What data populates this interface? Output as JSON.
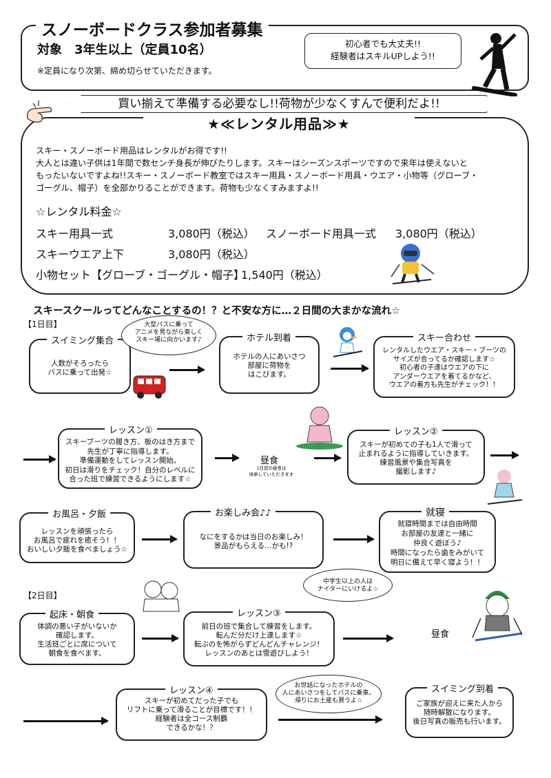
{
  "header": {
    "title": "スノーボードクラス参加者募集",
    "target": "対象　3年生以上（定員10名）",
    "note": "※定員になり次第、締め切らせていただきます。",
    "bubble_line1": "初心者でも大丈夫!!",
    "bubble_line2": "経験者はスキルUPしよう!!"
  },
  "rental": {
    "banner": "買い揃えて準備する必要なし!!荷物が少なくすんで便利だよ!!",
    "heading": "★≪レンタル用品≫★",
    "p1": "スキー・スノーボード用品はレンタルがお得です!!",
    "p2": "大人とは違い子供は1年間で数センチ身長が伸びたりします。スキーはシーズンスポーツですので来年は使えないと",
    "p3": "もったいないですよね!!スキー・スノーボード教室ではスキー用具・スノーボード用具・ウエア・小物等（グローブ・",
    "p4": "ゴーグル、帽子）を全部かりることができます。荷物も少なくすみますよ!!",
    "price_heading": "☆レンタル料金☆",
    "ski_set": "スキー用具一式",
    "ski_set_price": "3,080円（税込）",
    "snowboard_set": "スノーボード用具一式",
    "snowboard_set_price": "3,080円（税込）",
    "wear": "スキーウエア上下",
    "wear_price": "3,080円（税込）",
    "accessories": "小物セット【グローブ・ゴーグル・帽子】",
    "accessories_price": "1,540円（税込）"
  },
  "schedule": {
    "heading": "スキースクールってどんなことするの！？と不安な方に…２日間の大まかな流れ☆",
    "day1": "【1日目】",
    "day2": "【2日目】",
    "bus_bubble": [
      "大型バスに乗って",
      "アニメを見ながら楽しく",
      "スキー場に向かいます♪"
    ],
    "night_bubble": [
      "中学生以上の人は",
      "ナイターにいけるよ☆"
    ],
    "home_bubble": [
      "お世話になったホテルの",
      "人にあいさつをしてバスに乗車。",
      "帰りにお土産も買うよ☆"
    ],
    "lunch1": "昼食",
    "lunch1_note": [
      "1日目の昼食は",
      "持参していただきます"
    ],
    "lunch2": "昼食",
    "steps": {
      "swim": {
        "title": "スイミング集合",
        "lines": [
          "人数がそろったら",
          "バスに乗って出発☆"
        ]
      },
      "hotel": {
        "title": "ホテル到着",
        "lines": [
          "ホテルの人にあいさつ",
          "部屋に荷物を",
          "はこびます。"
        ]
      },
      "fit": {
        "title": "スキー合わせ",
        "lines": [
          "レンタルしたウエア・スキー・ブーツの",
          "サイズが合ってるか確認します☆",
          "初心者の子達はウエアの下に",
          "アンダーウエアを着てるかなど、",
          "ウエアの着方も先生がチェック！！"
        ]
      },
      "lesson1": {
        "title": "レッスン①",
        "lines": [
          "スキーブーツの履き方、板のはき方まで",
          "先生が丁寧に指導します。",
          "準備運動をしてレッスン開始。",
          "初日は滑りをチェック！自分のレベルに",
          "合った班で練習できるようにします☆"
        ]
      },
      "lesson2": {
        "title": "レッスン②",
        "lines": [
          "スキーが初めての子も1人で滑って",
          "止まれるように指導していきます。",
          "練習風景や集合写真を",
          "撮影します♪"
        ]
      },
      "bath": {
        "title": "お風呂・夕飯",
        "lines": [
          "レッスンを頑張ったら",
          "お風呂で疲れを癒そう！！",
          "おいしい夕飯を食べましょう☆"
        ]
      },
      "fun": {
        "title": "お楽しみ会♪♪",
        "lines": [
          "なにをするかは当日のお楽しみ！",
          "景品がもらえる…かも!?"
        ]
      },
      "sleep": {
        "title": "就寝",
        "lines": [
          "就寝時間までは自由時間",
          "お部屋の友達と一緒に",
          "仲良く遊ぼう♪",
          "時間になったら歯をみがいて",
          "明日に備えて早く寝よう！！"
        ]
      },
      "wake": {
        "title": "起床・朝食",
        "lines": [
          "体調の悪い子がいないか",
          "確認します。",
          "生活班ごとに席について",
          "朝食を食べます。"
        ]
      },
      "lesson3": {
        "title": "レッスン③",
        "lines": [
          "前日の班で集合して練習をします。",
          "転んだ分だけ上達します☆",
          "転ぶのを怖がらずどんどんチャレンジ！",
          "レッスンのあとは雪遊びしよう！"
        ]
      },
      "lesson4": {
        "title": "レッスン④",
        "lines": [
          "スキーが初めてだった子でも",
          "リフトに乗って滑ることが目標です！！",
          "経験者は全コース制覇",
          "できるかな！？"
        ]
      },
      "arrive": {
        "title": "スイミング到着",
        "lines": [
          "ご家族が迎えに来た人から",
          "随時解散になります。",
          "後日写真の販売も行います。"
        ]
      }
    }
  },
  "colors": {
    "ink": "#111111",
    "bus": "#d22222",
    "bear_pink": "#f5b8c8",
    "kid_blue": "#3a6fd8",
    "hat_green": "#2e8b3a"
  }
}
